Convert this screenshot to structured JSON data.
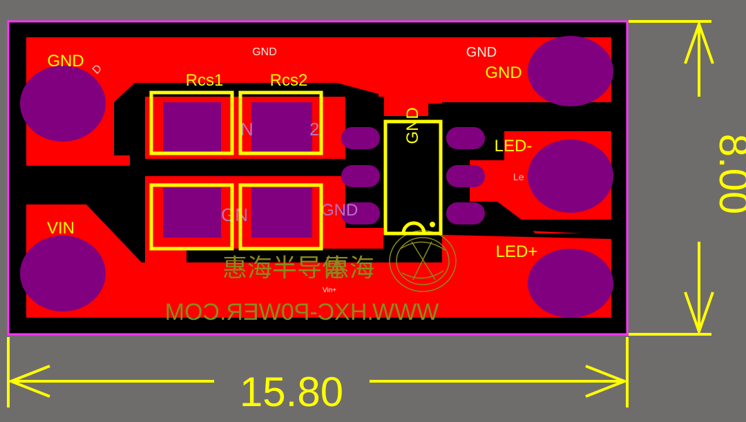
{
  "board": {
    "outline_color": "#ff33ff",
    "substrate_color": "#000000",
    "copper_color": "#ff0000",
    "pad_color": "#800080",
    "silk_color": "#ffff00",
    "watermark_color": "#8a8a1e"
  },
  "dimensions": {
    "width_label": "15.80",
    "height_label": "8.00"
  },
  "silkscreen": {
    "gnd_top_left": "GND",
    "gnd_top_right": "GND",
    "rcs1": "Rcs1",
    "rcs2": "Rcs2",
    "ic_gnd": "GND",
    "led_minus": "LED-",
    "vin": "VIN",
    "led_plus": "LED+"
  },
  "net_labels": {
    "gnd_center": "GND",
    "gnd_right_small": "GND",
    "rotated_d": "D",
    "le": "Le",
    "pad_two": "2",
    "pad_n": "N",
    "gnd_mid": "GND",
    "pad_gn": "GN",
    "vin_plus": "Vin+"
  },
  "watermark": {
    "cn_left": "惠海半导体",
    "cn_right": "惠海",
    "url": "WWW.HXC-P0WER.COM"
  },
  "icons": {
    "logo": "company-seal-icon"
  }
}
